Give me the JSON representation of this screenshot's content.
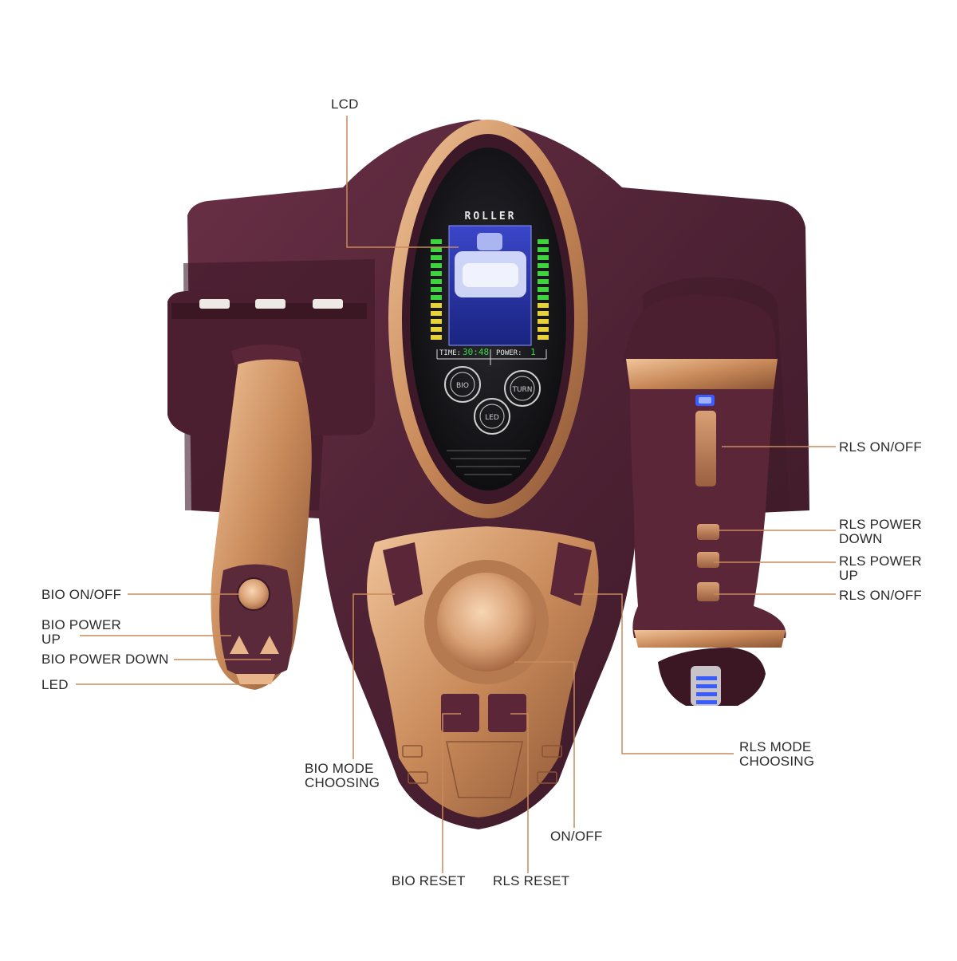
{
  "colors": {
    "body": "#4e2234",
    "body_dark": "#36141f",
    "bronze": "#c98a5a",
    "bronze_light": "#e8b58a",
    "leader_line": "#c98a5a",
    "lcd_green": "#39d84a",
    "led_blue": "#3a5cff"
  },
  "lcd": {
    "mode": "ROLLER",
    "time_label": "TIME:",
    "time_value": "30:48",
    "power_label": "POWER:",
    "power_value": "1",
    "icons": {
      "bio": "BIO",
      "turn": "TURN",
      "led": "LED"
    }
  },
  "labels": {
    "lcd": "LCD",
    "rls_on_off_top": "RLS ON/OFF",
    "rls_power_down": [
      "RLS POWER",
      "DOWN"
    ],
    "rls_power_up": [
      "RLS POWER",
      "UP"
    ],
    "rls_on_off_bottom": "RLS ON/OFF",
    "bio_on_off": "BIO ON/OFF",
    "bio_power_up": [
      "BIO POWER",
      "UP"
    ],
    "bio_power_down": "BIO POWER DOWN",
    "led": "LED",
    "bio_mode_choosing": [
      "BIO MODE",
      "CHOOSING"
    ],
    "rls_mode_choosing": [
      "RLS MODE",
      "CHOOSING"
    ],
    "on_off": "ON/OFF",
    "bio_reset": "BIO RESET",
    "rls_reset": "RLS RESET"
  }
}
